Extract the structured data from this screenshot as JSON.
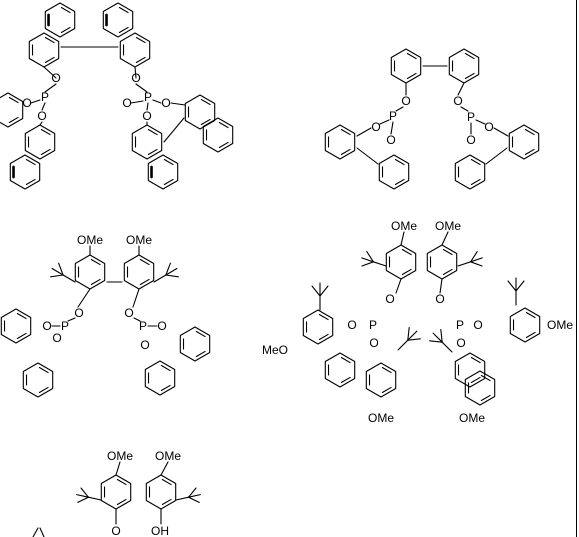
{
  "labels": {
    "o": "O",
    "p": "P",
    "ome": "OMe",
    "meo": "MeO",
    "oh": "OH"
  }
}
